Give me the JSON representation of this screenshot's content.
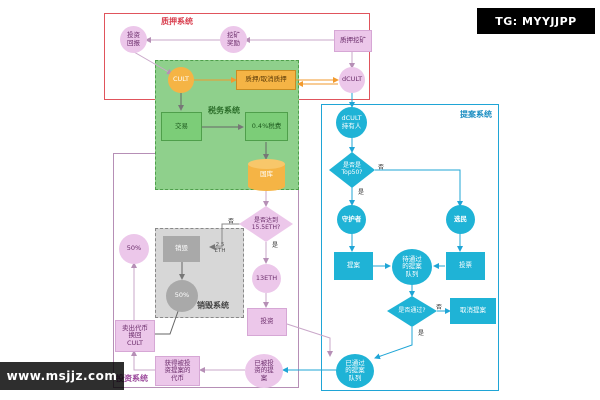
{
  "regions": {
    "pledge": "质押系统",
    "tax": "税务系统",
    "proposal": "提案系统",
    "burn": "销毁系统",
    "invest": "投资系统"
  },
  "nodes": {
    "invest_return": "投资\n回报",
    "mining_reward": "挖矿\n奖励",
    "pledge_mining": "质押挖矿",
    "cult": "CULT",
    "pledge_unpledge": "质押/取消质押",
    "dcult": "dCULT",
    "trade": "交易",
    "tax_rate": "0.4%税费",
    "treasury": "国库",
    "dcult_holder": "dCULT\n持有人",
    "is_top50": "是否是\nTop50?",
    "yes_label_top50": "是",
    "no_label_top50": "否",
    "guardian": "守护者",
    "the_many": "选民",
    "proposal_box": "提案",
    "pass_queue": "待通过\n的提案\n队列",
    "vote_box": "投票",
    "is_passed": "是否通过?",
    "yes_label_passed": "是",
    "no_label_passed": "否",
    "cancel_proposal": "取消提案",
    "passed_queue": "已通过\n的提案\n队列",
    "reach_15": "是否达到\n15.5ETH?",
    "yes_label_15": "是",
    "no_label_15": "否",
    "eth_25": "2.5\nETH",
    "burn_box": "销毁",
    "pct50_circle": "50%",
    "pct50_gray": "50%",
    "eth13": "13ETH",
    "invest_box": "投资",
    "invested_proposal": "已被投\n资的提\n案",
    "get_tokens": "获得被投\n资提案的\n代币",
    "sell_tokens": "卖出代币\n换回\nCULT"
  },
  "watermarks": {
    "top_right": "TG: MYYJJPP",
    "bottom_left": "www.msjjz.com"
  },
  "colors": {
    "pledge_border": "#e0545c",
    "tax_bg": "#8fd08c",
    "proposal_border": "#1fa5d6",
    "burn_bg": "#d7d7d7",
    "invest_border": "#b68fb6",
    "orange_arrow": "#f29a2e"
  }
}
